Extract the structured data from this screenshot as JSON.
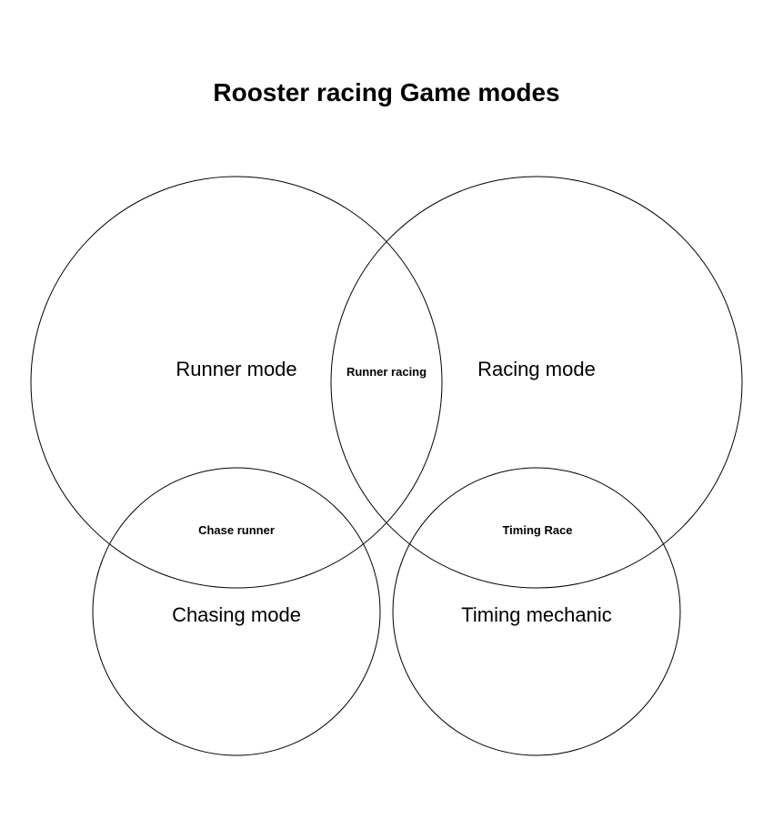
{
  "diagram": {
    "title": "Rooster racing Game modes",
    "sets": [
      {
        "id": "runner",
        "label": "Runner mode"
      },
      {
        "id": "racing",
        "label": "Racing mode"
      },
      {
        "id": "chasing",
        "label": "Chasing mode"
      },
      {
        "id": "timing",
        "label": "Timing mechanic"
      }
    ],
    "intersections": [
      {
        "sets": [
          "runner",
          "racing"
        ],
        "label": "Runner racing"
      },
      {
        "sets": [
          "runner",
          "chasing"
        ],
        "label": "Chase runner"
      },
      {
        "sets": [
          "racing",
          "timing"
        ],
        "label": "Timing Race"
      }
    ],
    "colors": {
      "stroke": "#000000",
      "background": "#ffffff",
      "text": "#000000"
    }
  }
}
